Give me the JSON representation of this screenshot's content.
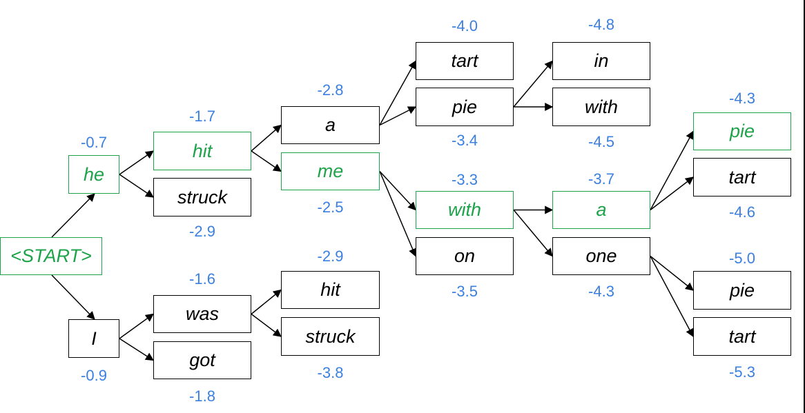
{
  "diagram": {
    "nodes": {
      "start": {
        "label": "<START>",
        "score": "",
        "best": true
      },
      "he": {
        "label": "he",
        "score": "-0.7",
        "best": true
      },
      "I": {
        "label": "I",
        "score": "-0.9",
        "best": false
      },
      "hit1": {
        "label": "hit",
        "score": "-1.7",
        "best": true
      },
      "struck1": {
        "label": "struck",
        "score": "-2.9",
        "best": false
      },
      "was": {
        "label": "was",
        "score": "-1.6",
        "best": false
      },
      "got": {
        "label": "got",
        "score": "-1.8",
        "best": false
      },
      "a1": {
        "label": "a",
        "score": "-2.8",
        "best": false
      },
      "me": {
        "label": "me",
        "score": "-2.5",
        "best": true
      },
      "hit2": {
        "label": "hit",
        "score": "-2.9",
        "best": false
      },
      "struck2": {
        "label": "struck",
        "score": "-3.8",
        "best": false
      },
      "tart1": {
        "label": "tart",
        "score": "-4.0",
        "best": false
      },
      "pie1": {
        "label": "pie",
        "score": "-3.4",
        "best": false
      },
      "with1": {
        "label": "with",
        "score": "-3.3",
        "best": true
      },
      "on": {
        "label": "on",
        "score": "-3.5",
        "best": false
      },
      "in": {
        "label": "in",
        "score": "-4.8",
        "best": false
      },
      "with2": {
        "label": "with",
        "score": "-4.5",
        "best": false
      },
      "a2": {
        "label": "a",
        "score": "-3.7",
        "best": true
      },
      "one": {
        "label": "one",
        "score": "-4.3",
        "best": false
      },
      "pie2": {
        "label": "pie",
        "score": "-4.3",
        "best": true
      },
      "tart2": {
        "label": "tart",
        "score": "-4.6",
        "best": false
      },
      "pie3": {
        "label": "pie",
        "score": "-5.0",
        "best": false
      },
      "tart3": {
        "label": "tart",
        "score": "-5.3",
        "best": false
      }
    },
    "edges": [
      [
        "start",
        "he"
      ],
      [
        "start",
        "I"
      ],
      [
        "he",
        "hit1"
      ],
      [
        "he",
        "struck1"
      ],
      [
        "I",
        "was"
      ],
      [
        "I",
        "got"
      ],
      [
        "hit1",
        "a1"
      ],
      [
        "hit1",
        "me"
      ],
      [
        "was",
        "hit2"
      ],
      [
        "was",
        "struck2"
      ],
      [
        "a1",
        "tart1"
      ],
      [
        "a1",
        "pie1"
      ],
      [
        "me",
        "with1"
      ],
      [
        "me",
        "on"
      ],
      [
        "pie1",
        "in"
      ],
      [
        "pie1",
        "with2"
      ],
      [
        "with1",
        "a2"
      ],
      [
        "with1",
        "one"
      ],
      [
        "a2",
        "pie2"
      ],
      [
        "a2",
        "tart2"
      ],
      [
        "one",
        "pie3"
      ],
      [
        "one",
        "tart3"
      ]
    ],
    "colors": {
      "best": "#1ea34a",
      "normal": "#000000",
      "score": "#3b7fe0"
    }
  }
}
